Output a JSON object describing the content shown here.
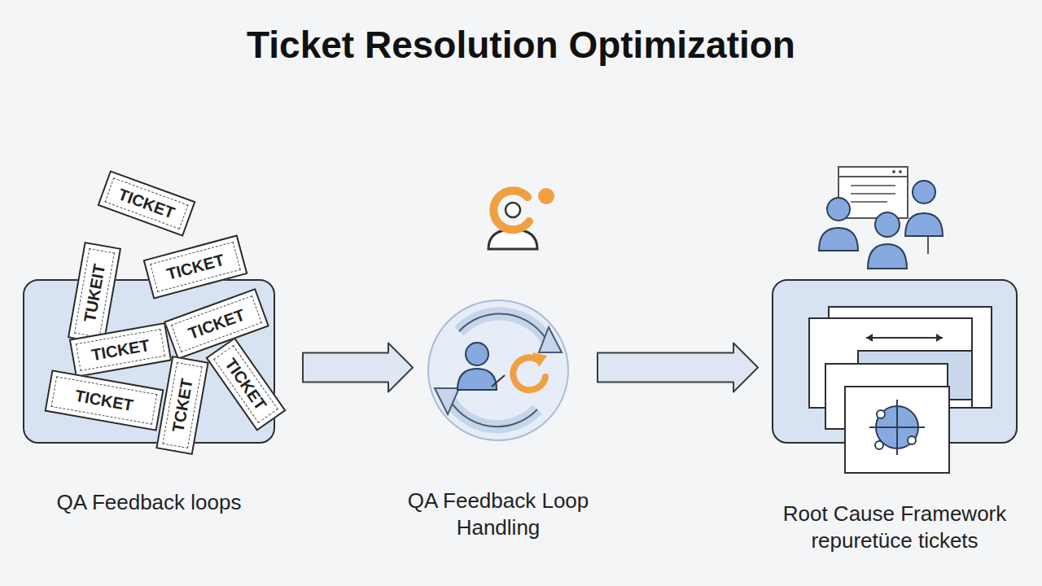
{
  "diagram": {
    "title": "Ticket Resolution Optimization",
    "nodes": [
      {
        "text": [
          "QA Feedback loops"
        ]
      },
      {
        "text": [
          "QA Feedback Loop Handling"
        ]
      },
      {
        "text": [
          "Root Cause Framework repuretüce tickets"
        ]
      }
    ],
    "edges": [
      {
        "from": 0,
        "to": 1,
        "arrow": "to"
      },
      {
        "from": 1,
        "to": 2,
        "arrow": "to"
      }
    ],
    "labels": [
      "TICKET",
      "TICKET",
      "TUKEIT",
      "TICKET",
      "TICKET",
      "TICKET",
      "TCKET",
      "TICKET"
    ]
  }
}
